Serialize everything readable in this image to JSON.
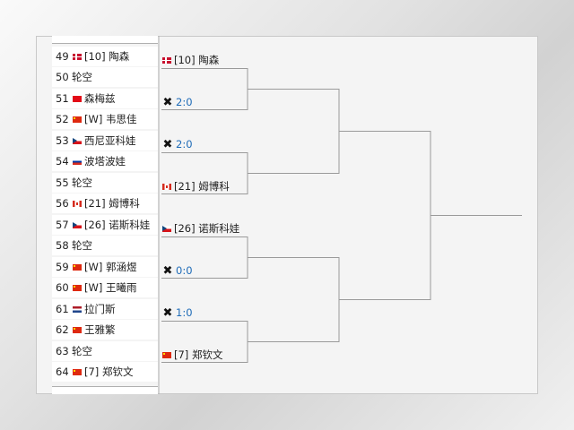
{
  "draw": {
    "round1": [
      {
        "num": "49",
        "flag": "dk",
        "name": "[10] 陶森"
      },
      {
        "num": "50",
        "flag": "",
        "name": "轮空"
      },
      {
        "num": "51",
        "flag": "tr",
        "name": "森梅兹"
      },
      {
        "num": "52",
        "flag": "cn",
        "name": "[W] 韦思佳"
      },
      {
        "num": "53",
        "flag": "cz",
        "name": "西尼亚科娃"
      },
      {
        "num": "54",
        "flag": "ru",
        "name": "波塔波娃"
      },
      {
        "num": "55",
        "flag": "",
        "name": "轮空"
      },
      {
        "num": "56",
        "flag": "ca",
        "name": "[21] 姆博科"
      },
      {
        "num": "57",
        "flag": "cz",
        "name": "[26] 诺斯科娃"
      },
      {
        "num": "58",
        "flag": "",
        "name": "轮空"
      },
      {
        "num": "59",
        "flag": "cn",
        "name": "[W] 郭涵煜"
      },
      {
        "num": "60",
        "flag": "cn",
        "name": "[W] 王曦雨"
      },
      {
        "num": "61",
        "flag": "nl",
        "name": "拉门斯"
      },
      {
        "num": "62",
        "flag": "cn",
        "name": "王雅繁"
      },
      {
        "num": "63",
        "flag": "",
        "name": "轮空"
      },
      {
        "num": "64",
        "flag": "cn",
        "name": "[7] 郑钦文"
      }
    ],
    "round2": [
      {
        "type": "player",
        "flag": "dk",
        "name": "[10] 陶森"
      },
      {
        "type": "score",
        "score": "2:0"
      },
      {
        "type": "score",
        "score": "2:0"
      },
      {
        "type": "player",
        "flag": "ca",
        "name": "[21] 姆博科"
      },
      {
        "type": "player",
        "flag": "cz",
        "name": "[26] 诺斯科娃"
      },
      {
        "type": "score",
        "score": "0:0"
      },
      {
        "type": "score",
        "score": "1:0"
      },
      {
        "type": "player",
        "flag": "cn",
        "name": "[7] 郑钦文"
      }
    ],
    "colors": {
      "score": "#1e6bb8",
      "line": "#9a9a9a",
      "panel": "#ffffff"
    },
    "icons": {
      "match_pending": "x-icon"
    }
  }
}
